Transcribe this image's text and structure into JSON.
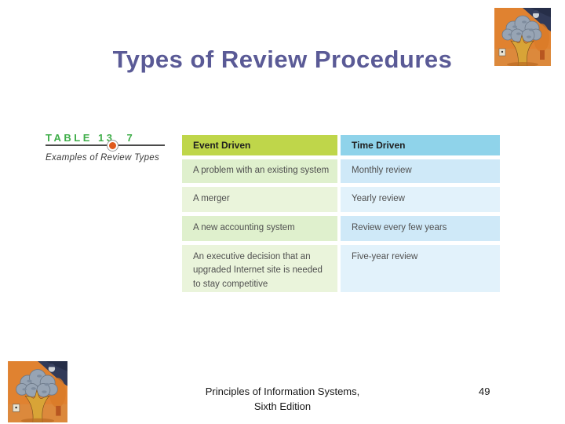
{
  "slide": {
    "title": "Types of Review Procedures",
    "footer": {
      "line1": "Principles of Information Systems,",
      "line2": "Sixth Edition",
      "page_number": "49"
    }
  },
  "table_caption": {
    "number_prefix": "TABLE 13",
    "number_suffix": "7",
    "subtitle": "Examples of Review Types"
  },
  "review_table": {
    "columns": [
      "Event Driven",
      "Time Driven"
    ],
    "rows": [
      [
        "A problem with an existing system",
        "Monthly review"
      ],
      [
        "A merger",
        "Yearly review"
      ],
      [
        "A new accounting system",
        "Review every few years"
      ],
      [
        "An executive decision that an upgraded Internet site is needed to stay competitive",
        "Five-year review"
      ]
    ]
  },
  "decorations": {
    "top_right_image": "tree-folk-art-painting",
    "bottom_left_image": "tree-folk-art-painting"
  },
  "colors": {
    "title_text": "#5a5a96",
    "caption_green": "#3fae49",
    "caption_dot_orange": "#e05a1e",
    "header_green": "#bfd64a",
    "header_blue": "#8fd3ea",
    "row_green": "#dff0cd",
    "row_green_alt": "#eaf4db",
    "row_blue": "#cfe9f8",
    "row_blue_alt": "#e2f2fb",
    "background": "#ffffff"
  }
}
